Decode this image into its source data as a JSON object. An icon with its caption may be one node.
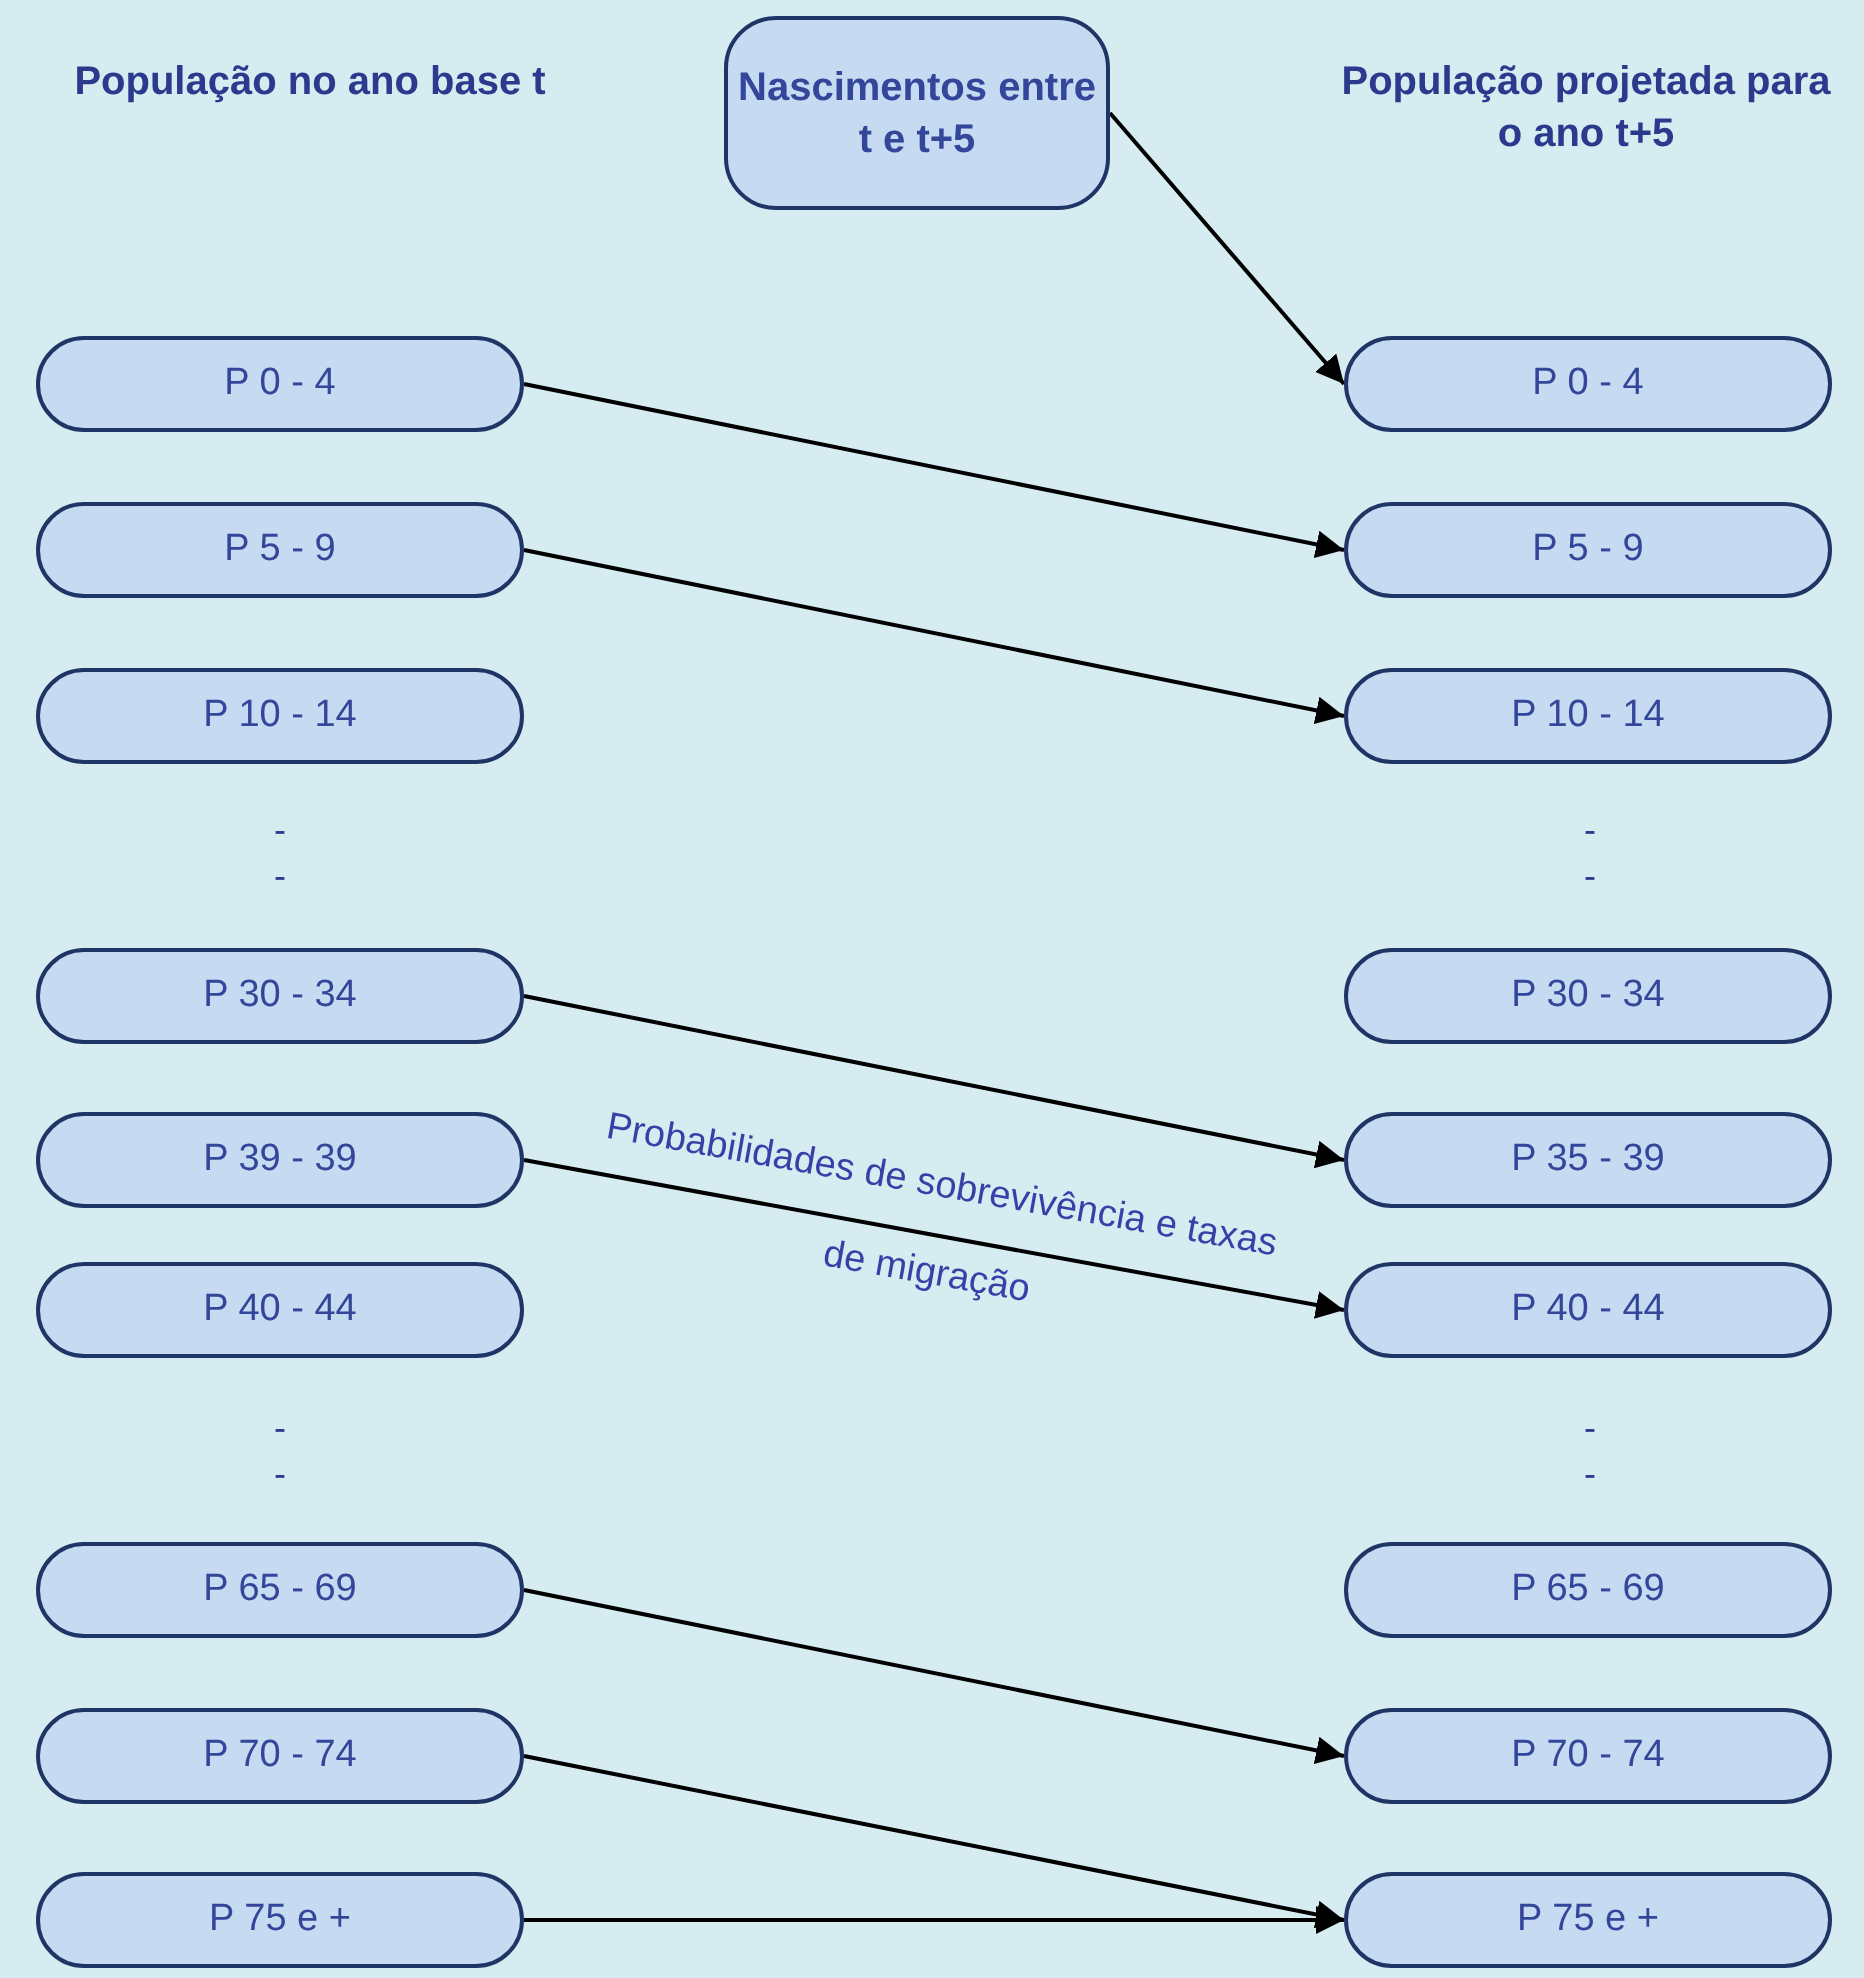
{
  "diagram": {
    "nodes": [
      {
        "text": [
          "Nascimentos entre t e t+5"
        ]
      },
      {
        "text": [
          "P 0 - 4"
        ]
      },
      {
        "text": [
          "P 0 - 4"
        ]
      },
      {
        "text": [
          "P 5 - 9"
        ]
      },
      {
        "text": [
          "P 5 - 9"
        ]
      },
      {
        "text": [
          "P 10 - 14"
        ]
      },
      {
        "text": [
          "P 10 - 14"
        ]
      },
      {
        "text": [
          "P 30 - 34"
        ]
      },
      {
        "text": [
          "P 30 - 34"
        ]
      },
      {
        "text": [
          "P 39 - 39"
        ]
      },
      {
        "text": [
          "P 35 - 39"
        ]
      },
      {
        "text": [
          "P 40 - 44"
        ]
      },
      {
        "text": [
          "P 40 - 44"
        ]
      },
      {
        "text": [
          "P 65 - 69"
        ]
      },
      {
        "text": [
          "P 65 - 69"
        ]
      },
      {
        "text": [
          "P 70 - 74"
        ]
      },
      {
        "text": [
          "P 70 - 74"
        ]
      },
      {
        "text": [
          "P 75 e +"
        ]
      },
      {
        "text": [
          "P 75 e +"
        ]
      }
    ],
    "edges": [
      {
        "from": 0,
        "to": 2,
        "arrow": "to"
      },
      {
        "from": 1,
        "to": 4,
        "arrow": "to"
      },
      {
        "from": 3,
        "to": 6,
        "arrow": "to"
      },
      {
        "from": 7,
        "to": 10,
        "arrow": "to"
      },
      {
        "from": 9,
        "to": 12,
        "arrow": "to"
      },
      {
        "from": 13,
        "to": 16,
        "arrow": "to"
      },
      {
        "from": 15,
        "to": 18,
        "arrow": "to"
      },
      {
        "from": 17,
        "to": 18,
        "arrow": "to"
      }
    ],
    "labels": [
      "População no ano base t",
      "População projetada para o ano t+5",
      "-",
      "-",
      "-",
      "-",
      "Probabilidades de sobrevivência e taxas de migração",
      "-",
      "-",
      "-",
      "-"
    ]
  }
}
